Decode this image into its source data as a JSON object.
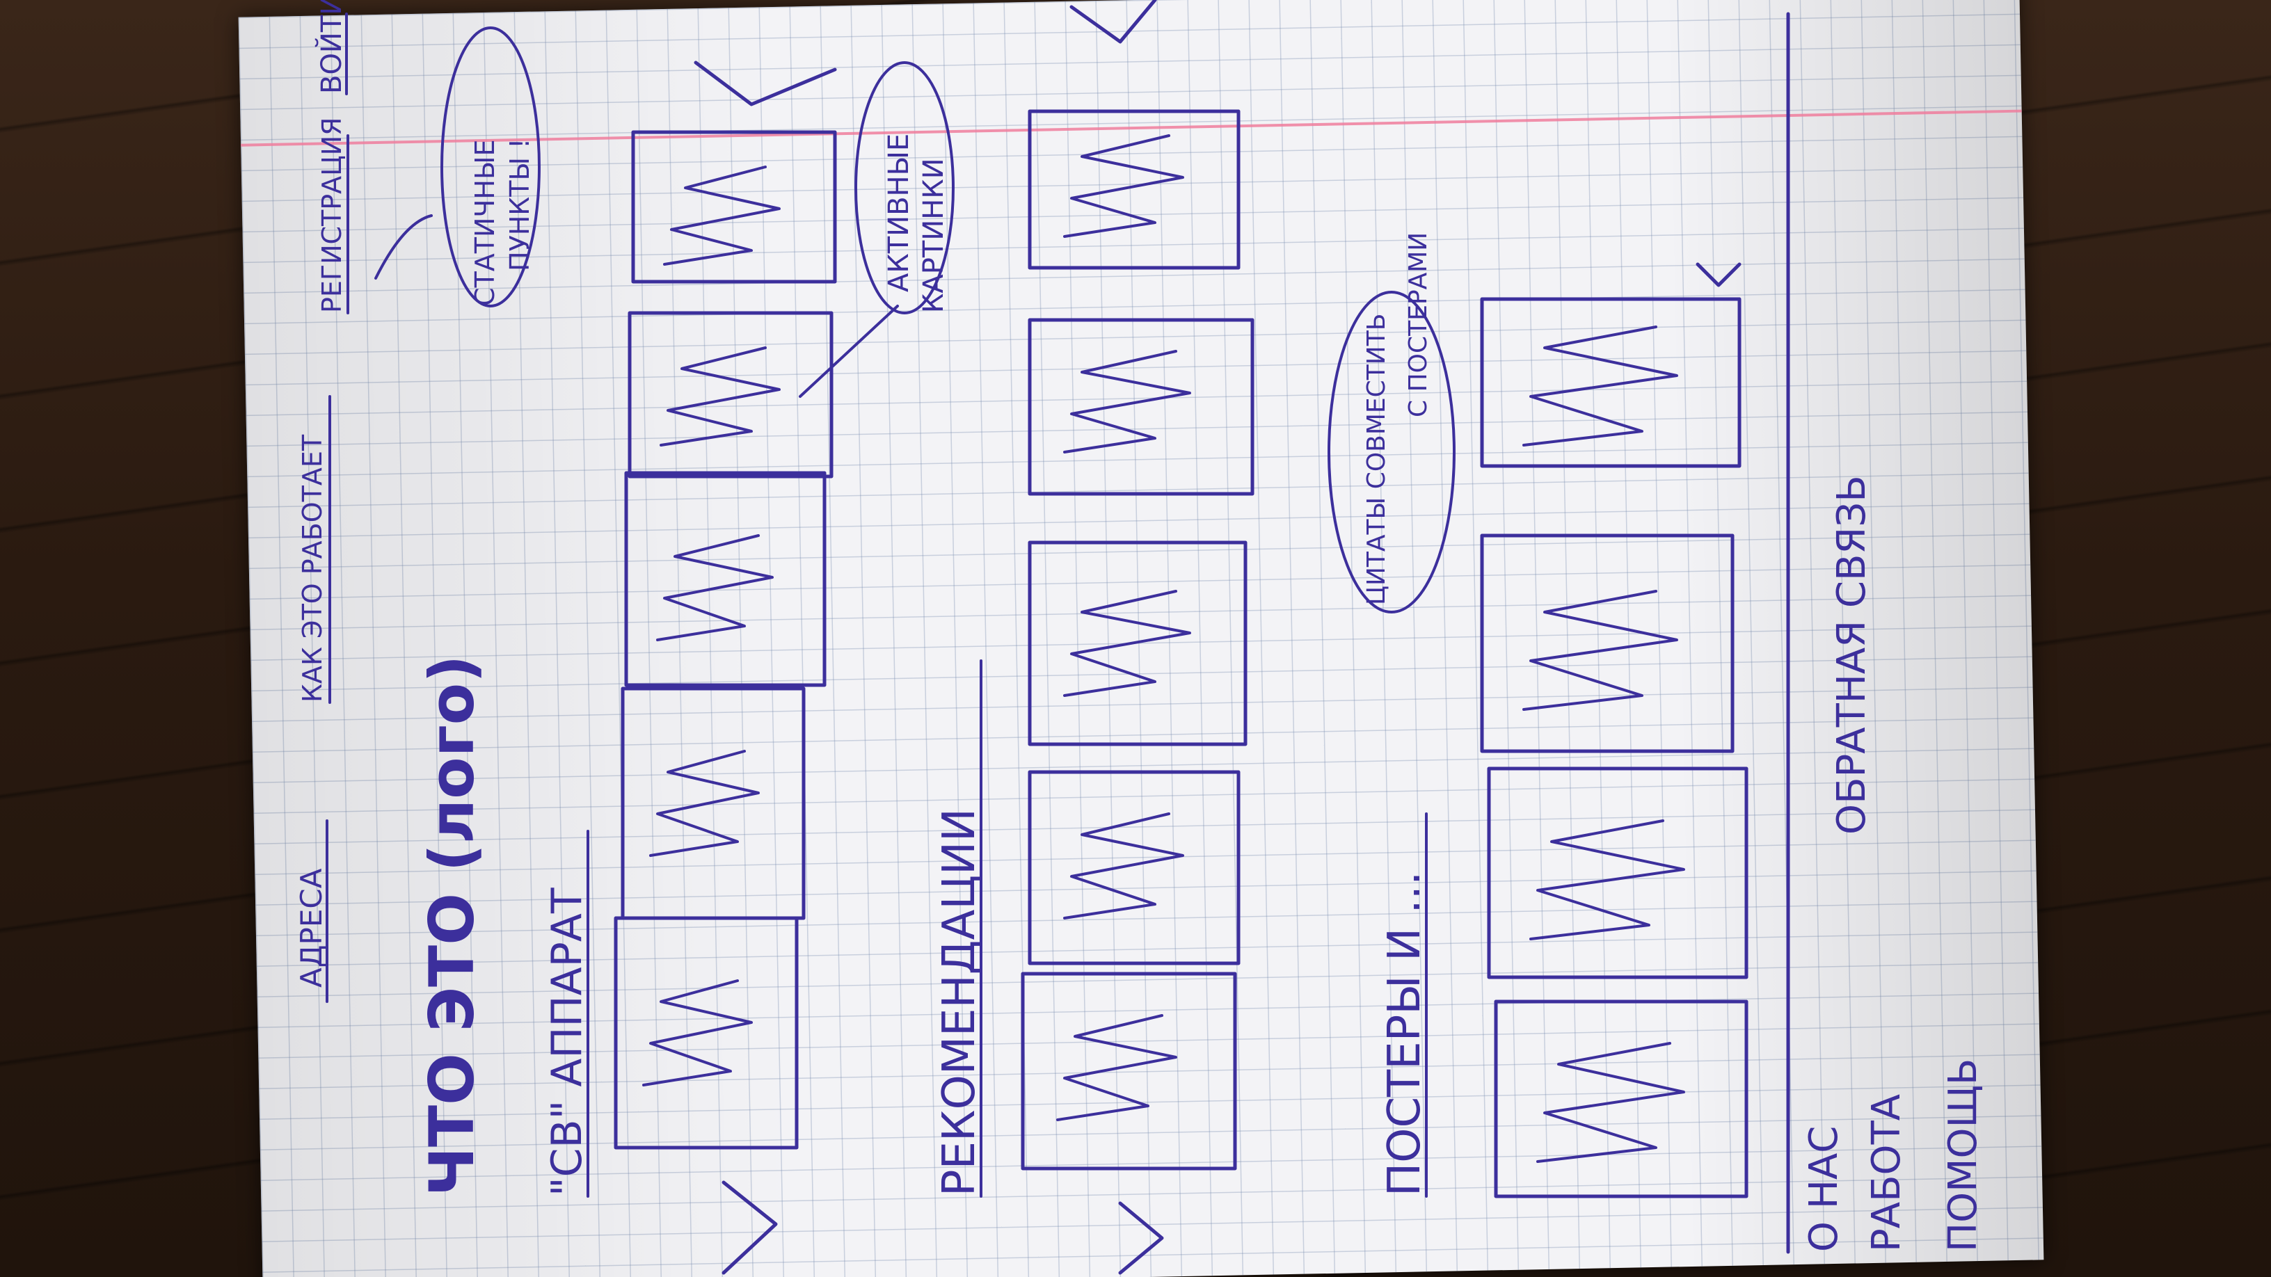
{
  "nav": {
    "item1": "АДРЕСА",
    "item2": "КАК ЭТО РАБОТАЕТ",
    "item3": "РЕГИСТРАЦИЯ",
    "item4": "ВОЙТИ"
  },
  "title": "ЧТО ЭТО (лого)",
  "notes": {
    "static": [
      "СТАТИЧНЫЕ",
      "ПУНКТЫ !"
    ],
    "active": [
      "АКТИВНЫЕ",
      "КАРТИНКИ"
    ],
    "quotes": [
      "ЦИТАТЫ СОВМЕСТИТЬ",
      "С ПОСТЕРАМИ"
    ]
  },
  "sections": {
    "s1": "\"СВ\" АППАРАТ",
    "s2": "РЕКОМЕНДАЦИИ",
    "s3": "ПОСТЕРЫ И ..."
  },
  "footer": {
    "about": "О НАС",
    "work": "РАБОТА",
    "help": "ПОМОЩЬ",
    "feedback": "ОБРАТНАЯ СВЯЗЬ"
  },
  "colors": {
    "ink": "#3c2f9c",
    "grid": "#8c9cbf",
    "margin_line": "#ee7c9c",
    "paper": "#f3f3f6",
    "table": "#2b1d14"
  }
}
